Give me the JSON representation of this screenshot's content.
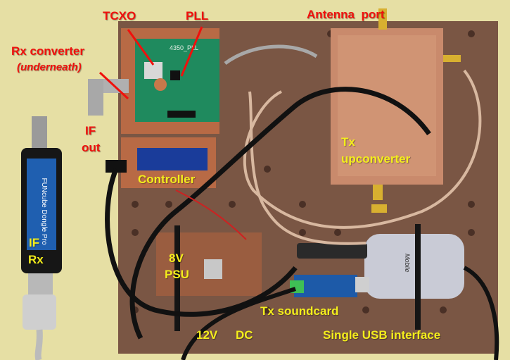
{
  "labels": {
    "tcxo": "TCXO",
    "pll": "PLL",
    "antenna_port": "Antenna  port",
    "rx_converter": "Rx converter",
    "rx_converter_note": "(underneath)",
    "if_out_1": "IF",
    "if_out_2": "out",
    "tx_upconverter_1": "Tx",
    "tx_upconverter_2": "upconverter",
    "controller": "Controller",
    "if_rx_1": "IF",
    "if_rx_2": "Rx",
    "psu_1": "8V",
    "psu_2": "PSU",
    "tx_soundcard": "Tx soundcard",
    "dc_12v": "12V",
    "dc_dc": "DC",
    "single_usb": "Single USB interface"
  },
  "device_text": {
    "dongle": "FUNcube Dongle Pro",
    "pll_board": "4350_PLL",
    "usb_hub": "Mobile"
  },
  "colors": {
    "label_red": "#f0100c",
    "label_yellow": "#f4ee1c",
    "background": "#e6dfa4",
    "pegboard": "#7a5644"
  }
}
